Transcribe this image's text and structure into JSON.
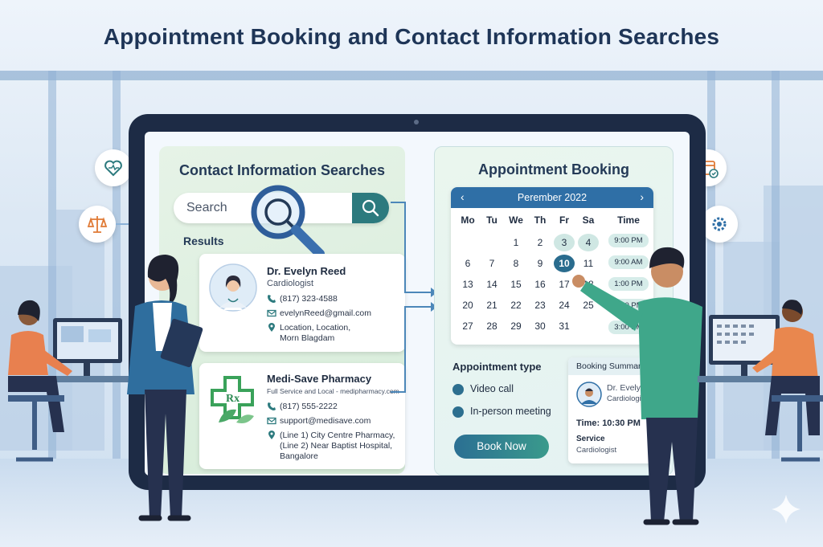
{
  "title": "Appointment Booking and Contact Information Searches",
  "contact_panel": {
    "title": "Contact Information Searches",
    "search_placeholder": "Search",
    "results_label": "Results",
    "doctor": {
      "name": "Dr. Evelyn Reed",
      "specialty": "Cardiologist",
      "phone": "(817) 323-4588",
      "email": "evelynReed@gmail.com",
      "address_line1": "Location, Location,",
      "address_line2": "Morn Blagdam"
    },
    "pharmacy": {
      "name": "Medi-Save Pharmacy",
      "tagline": "Full Service and Local - medipharmacy.com",
      "phone": "(817) 555-2222",
      "email": "support@medisave.com",
      "address_line1": "(Line 1) City Centre Pharmacy,",
      "address_line2": "(Line 2) Near Baptist Hospital,",
      "address_line3": "Bangalore"
    }
  },
  "booking_panel": {
    "title": "Appointment Booking",
    "calendar": {
      "month": "Perember 2022",
      "prev": "‹",
      "next": "›",
      "days_of_week": [
        "Mo",
        "Tu",
        "We",
        "Th",
        "Fr",
        "Sa"
      ],
      "weeks": [
        [
          "",
          "",
          "1",
          "2",
          "3",
          "4"
        ],
        [
          "6",
          "7",
          "8",
          "9",
          "10",
          "11"
        ],
        [
          "13",
          "14",
          "15",
          "16",
          "17",
          "18"
        ],
        [
          "20",
          "21",
          "22",
          "23",
          "24",
          "25"
        ],
        [
          "27",
          "28",
          "29",
          "30",
          "31",
          ""
        ]
      ],
      "highlighted": [
        "3",
        "4"
      ],
      "selected": "10",
      "time_header": "Time",
      "time_slots": [
        "9:00 PM",
        "9:00 AM",
        "1:00 PM",
        "2:00 PM",
        "3:00 PM"
      ]
    },
    "appointment_type_label": "Appointment type",
    "options": [
      "Video call",
      "In-person meeting"
    ],
    "book_button": "Book Now",
    "summary": {
      "header": "Booking Summary",
      "doctor": "Dr. Evelyn",
      "doctor_specialty": "Cardiologist",
      "time": "Time: 10:30 PM",
      "service_label": "Service",
      "service_value": "Cardiologist"
    }
  },
  "colors": {
    "title": "#1e3557",
    "accent": "#2f6fa6",
    "teal": "#2c7a7e",
    "tablet": "#1d2b45"
  }
}
